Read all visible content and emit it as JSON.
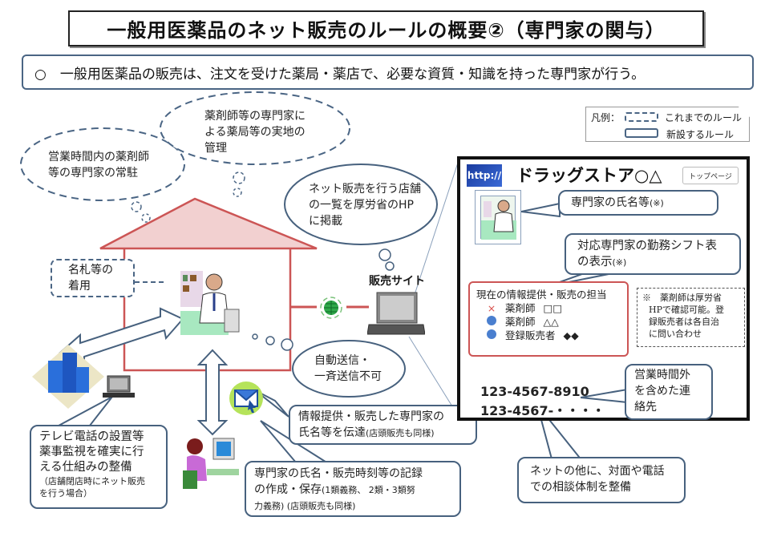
{
  "title": "一般用医薬品のネット販売のルールの概要②（専門家の関与）",
  "summary": "○　一般用医薬品の販売は、注文を受けた薬局・薬店で、必要な資質・知識を持った専門家が行う。",
  "legend": {
    "label": "凡例：",
    "existing_rule": "これまでのルール",
    "new_rule": "新設するルール"
  },
  "thoughts": {
    "resident": [
      "営業時間内の薬剤師",
      "等の専門家の常駐"
    ],
    "management": [
      "薬剤師等の専門家に",
      "よる薬局等の実地の",
      "管理"
    ],
    "hp_listing": [
      "ネット販売を行う店舗",
      "の一覧を厚労省のHP",
      "に掲載"
    ],
    "auto_send": [
      "自動送信・",
      "一斉送信不可"
    ]
  },
  "name_tag": [
    "名札等の",
    "着用"
  ],
  "site_label": "販売サイト",
  "tv_phone": {
    "lines": [
      "テレビ電話の設置等",
      "薬事監視を確実に行",
      "える仕組みの整備"
    ],
    "note": [
      "（店舗閉店時にネット販売",
      "を行う場合）"
    ]
  },
  "email_callout": {
    "line1": "情報提供・販売した専門家の",
    "line2": "氏名等を伝達",
    "note": "(店頭販売も同様)"
  },
  "record_callout": {
    "line1": "専門家の氏名・販売時刻等の記録",
    "line2_main": "の作成・保存",
    "line2_note": "(1類義務、 2類・3類努",
    "line3_note": "力義務) (店頭販売も同様)"
  },
  "browser": {
    "http_badge": "http://",
    "store_name": "ドラッグストア○△",
    "top_page_button": "トップページ",
    "expert_name_callout": {
      "text": "専門家の氏名等",
      "note": "(※)"
    },
    "shift_callout": {
      "line1": "対応専門家の勤務シフト表",
      "line2": "の表示",
      "note": "(※)"
    },
    "current_info": {
      "heading": "現在の情報提供・販売の担当",
      "rows": [
        {
          "status": "×",
          "role": "薬剤師",
          "name": "□□"
        },
        {
          "status": "●",
          "role": "薬剤師",
          "name": "△△"
        },
        {
          "status": "●",
          "role": "登録販売者",
          "name": "◆◆"
        }
      ]
    },
    "note": [
      "※　薬剤師は厚労省",
      "HPで確認可能。登",
      "録販売者は各自治",
      "に問い合わせ"
    ],
    "phones": [
      "123-4567-8910",
      "123-4567-・・・・"
    ],
    "after_hours_callout": [
      "営業時間外",
      "を含めた連",
      "絡先"
    ]
  },
  "consult_callout": [
    "ネットの他に、対面や電話",
    "での相談体制を整備"
  ],
  "colors": {
    "house_stroke": "#cc5555",
    "house_roof": "#f2d0d0",
    "callout_border": "#47617e",
    "dashed_border": "#4a6584",
    "dot_blue": "#4a7fcf",
    "cross_red": "#d9534f"
  }
}
